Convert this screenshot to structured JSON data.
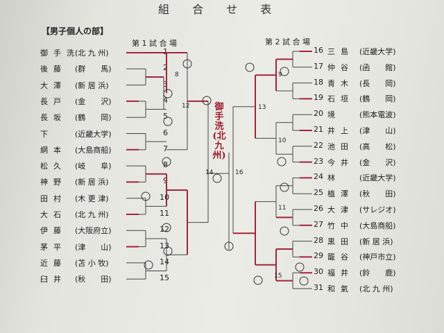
{
  "title": "組 合 せ 表",
  "section": "【男子個人の部】",
  "venues": {
    "v1": "第 1 試 合 場",
    "v2": "第 2 試 合 場"
  },
  "left_entries": [
    {
      "no": "1",
      "name": "御手洗",
      "aff": "(北 九 州)"
    },
    {
      "no": "2",
      "name": "後藤",
      "aff": "(群　　馬)"
    },
    {
      "no": "3",
      "name": "大澤",
      "aff": "(新 居 浜)"
    },
    {
      "no": "4",
      "name": "長戸",
      "aff": "(金　　沢)"
    },
    {
      "no": "5",
      "name": "長坂",
      "aff": "(鶴　　岡)"
    },
    {
      "no": "6",
      "name": "下",
      "aff": "(近畿大学)"
    },
    {
      "no": "7",
      "name": "網本",
      "aff": "(大島商船)"
    },
    {
      "no": "8",
      "name": "松久",
      "aff": "(岐　　阜)"
    },
    {
      "no": "9",
      "name": "神野",
      "aff": "(新 居 浜)"
    },
    {
      "no": "10",
      "name": "田村",
      "aff": "(木 更 津)"
    },
    {
      "no": "11",
      "name": "大石",
      "aff": "(北 九 州)"
    },
    {
      "no": "12",
      "name": "伊藤",
      "aff": "(大阪府立)"
    },
    {
      "no": "13",
      "name": "茅平",
      "aff": "(津　　山)"
    },
    {
      "no": "14",
      "name": "近藤",
      "aff": "(苫 小 牧)"
    },
    {
      "no": "15",
      "name": "臼井",
      "aff": "(秋　　田)"
    }
  ],
  "right_entries": [
    {
      "no": "16",
      "name": "三島",
      "aff": "(近畿大学)"
    },
    {
      "no": "17",
      "name": "仲谷",
      "aff": "(函　　館)"
    },
    {
      "no": "18",
      "name": "青木",
      "aff": "(長　　岡)"
    },
    {
      "no": "19",
      "name": "石垣",
      "aff": "(鶴　　岡)"
    },
    {
      "no": "20",
      "name": "境",
      "aff": "(熊本電波)"
    },
    {
      "no": "21",
      "name": "井上",
      "aff": "(津　　山)"
    },
    {
      "no": "22",
      "name": "池田",
      "aff": "(高　　松)"
    },
    {
      "no": "23",
      "name": "今井",
      "aff": "(金　　沢)"
    },
    {
      "no": "24",
      "name": "林",
      "aff": "(近畿大学)"
    },
    {
      "no": "25",
      "name": "植澤",
      "aff": "(秋　　田)"
    },
    {
      "no": "26",
      "name": "大津",
      "aff": "(サレジオ)"
    },
    {
      "no": "27",
      "name": "竹中",
      "aff": "(大島商船)"
    },
    {
      "no": "28",
      "name": "黒田",
      "aff": "(新 居 浜)"
    },
    {
      "no": "29",
      "name": "籠谷",
      "aff": "(神戸市立)"
    },
    {
      "no": "30",
      "name": "福井",
      "aff": "(鈴　　鹿)"
    },
    {
      "no": "31",
      "name": "和氣",
      "aff": "(北 九 州)"
    }
  ],
  "champion": "御手洗(北九州)",
  "match_numbers": [
    "8",
    "12",
    "14",
    "16",
    "13",
    "9",
    "10",
    "11",
    "15"
  ],
  "colors": {
    "win_line": "#a3233a",
    "line": "#444444",
    "paper": "#e8e8e2"
  }
}
